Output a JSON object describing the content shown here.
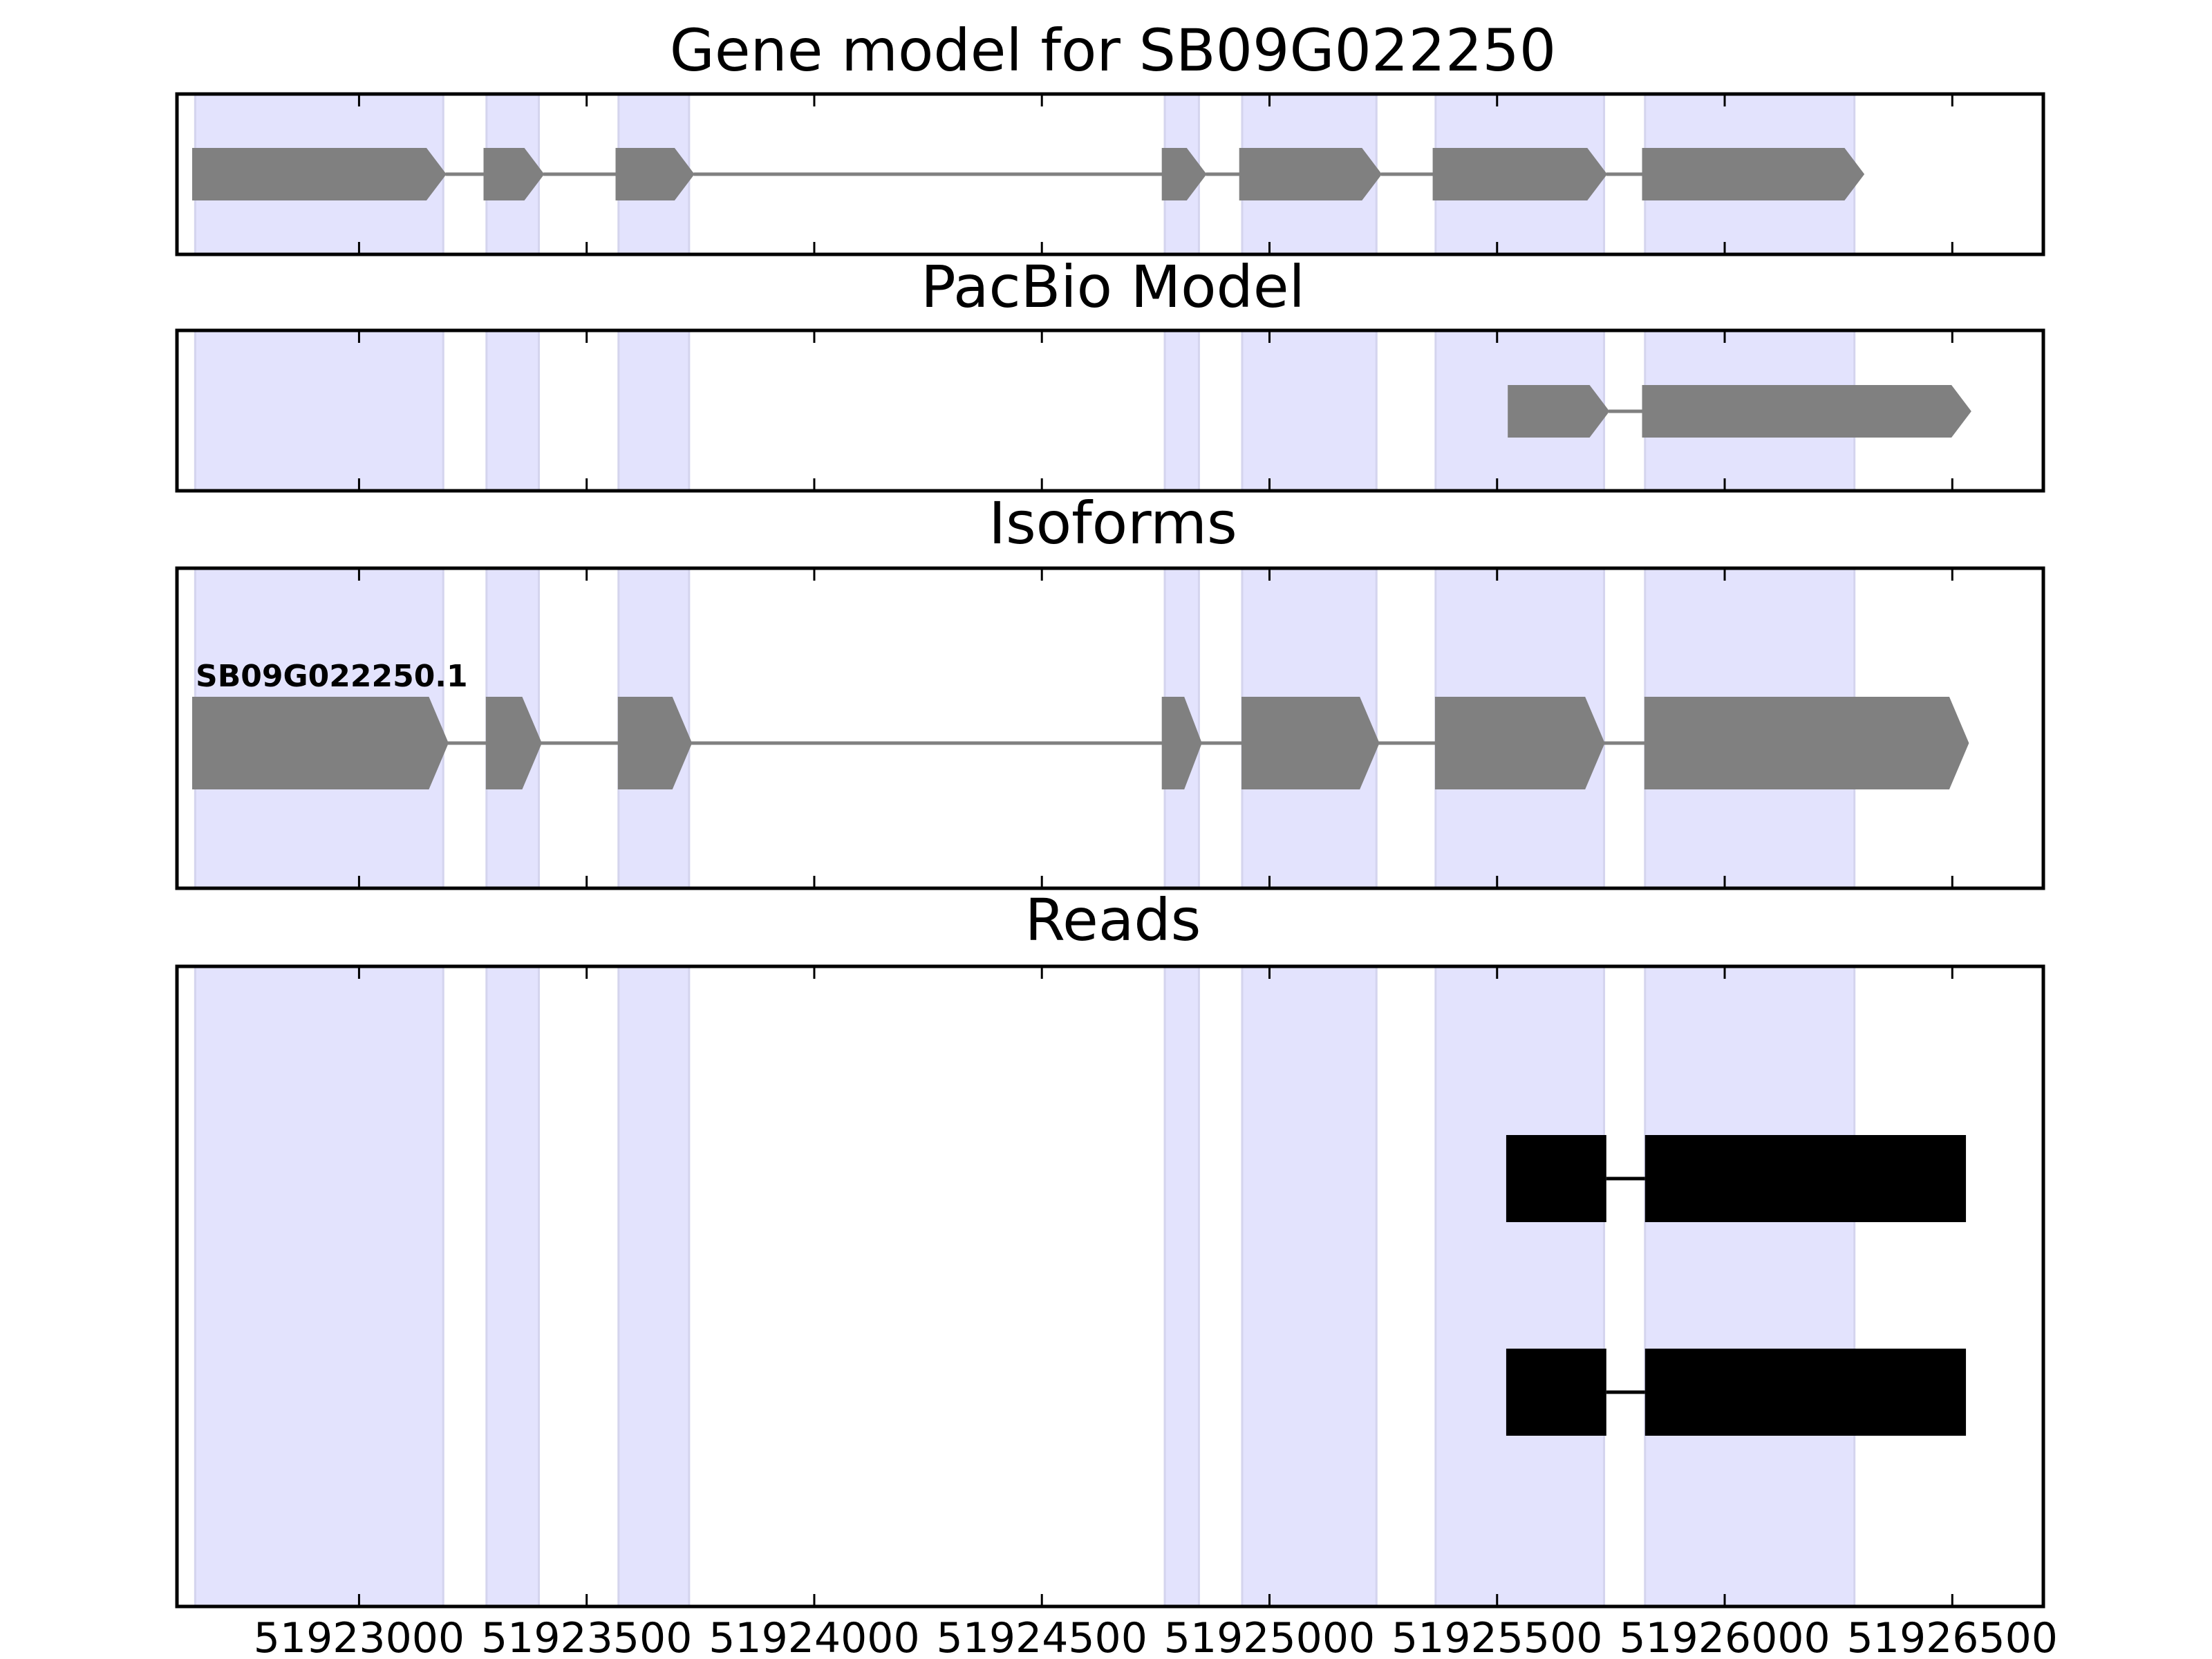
{
  "chart_data": {
    "type": "gene-model-track",
    "figure_title": "Gene model for SB09G022250",
    "xlim": [
      51922600,
      51926700
    ],
    "xticks": [
      51923000,
      51923500,
      51924000,
      51924500,
      51925000,
      51925500,
      51926000,
      51926500
    ],
    "xtick_labels": [
      "51923000",
      "51923500",
      "51924000",
      "51924500",
      "51925000",
      "51925500",
      "51926000",
      "51926500"
    ],
    "highlight_color": "#e3e3fd",
    "highlight_regions": [
      [
        51922640,
        51923185
      ],
      [
        51923280,
        51923395
      ],
      [
        51923570,
        51923725
      ],
      [
        51924770,
        51924845
      ],
      [
        51924940,
        51925235
      ],
      [
        51925365,
        51925735
      ],
      [
        51925825,
        51926285
      ]
    ],
    "panels": [
      {
        "title": "Gene model for SB09G022250",
        "style": "arrow",
        "color": "#808080",
        "models": [
          {
            "label": "",
            "exons": [
              [
                51922635,
                51923190
              ],
              [
                51923275,
                51923405
              ],
              [
                51923565,
                51923735
              ],
              [
                51924765,
                51924860
              ],
              [
                51924935,
                51925245
              ],
              [
                51925360,
                51925740
              ],
              [
                51925820,
                51926305
              ]
            ]
          }
        ]
      },
      {
        "title": "PacBio Model",
        "style": "arrow",
        "color": "#808080",
        "models": [
          {
            "label": "",
            "exons": [
              [
                51925525,
                51925745
              ],
              [
                51925820,
                51926540
              ]
            ]
          }
        ]
      },
      {
        "title": "Isoforms",
        "style": "arrow",
        "color": "#808080",
        "models": [
          {
            "label": "SB09G022250.1",
            "exons": [
              [
                51922635,
                51923195
              ],
              [
                51923280,
                51923400
              ],
              [
                51923570,
                51923730
              ],
              [
                51924765,
                51924850
              ],
              [
                51924940,
                51925240
              ],
              [
                51925365,
                51925735
              ],
              [
                51925825,
                51926535
              ]
            ]
          }
        ]
      },
      {
        "title": "Reads",
        "style": "block",
        "color": "#000000",
        "models": [
          {
            "label": "",
            "exons": [
              [
                51925520,
                51925740
              ],
              [
                51925825,
                51926530
              ]
            ]
          },
          {
            "label": "",
            "exons": [
              [
                51925520,
                51925740
              ],
              [
                51925825,
                51926530
              ]
            ]
          }
        ]
      }
    ]
  }
}
